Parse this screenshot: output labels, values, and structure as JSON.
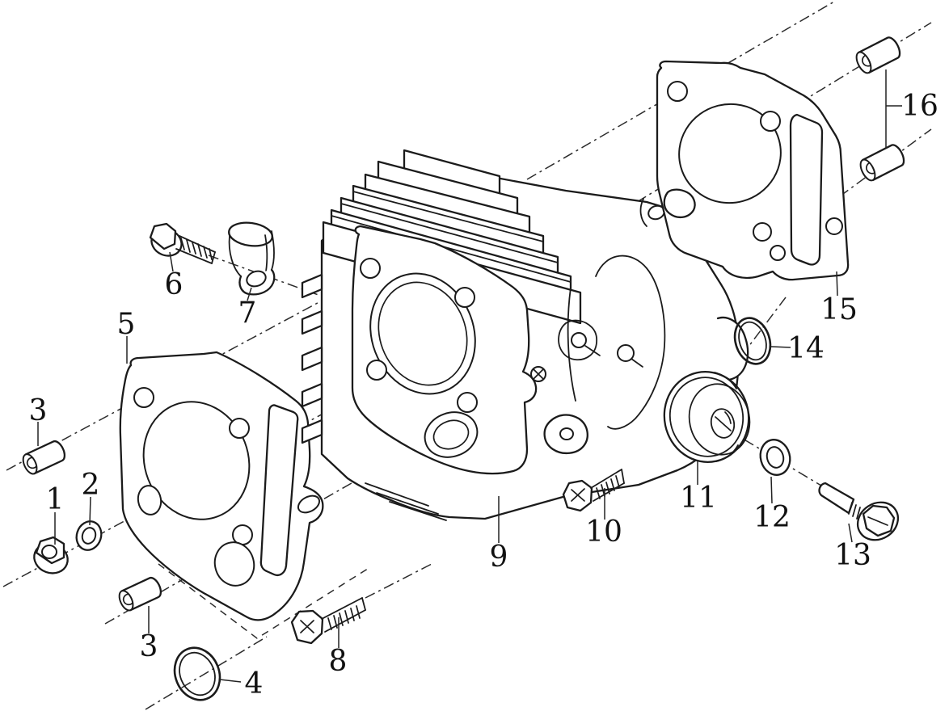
{
  "diagram": {
    "type": "exploded-parts-diagram",
    "subject": "engine-cylinder-assembly",
    "background_color": "#ffffff",
    "line_color": "#1b1b1b",
    "callouts": [
      {
        "label": "1",
        "part": "flange-nut"
      },
      {
        "label": "2",
        "part": "plain-washer"
      },
      {
        "label": "3",
        "part": "dowel-pin-upper-left"
      },
      {
        "label": "3",
        "part": "dowel-pin-lower-left"
      },
      {
        "label": "4",
        "part": "o-ring-bottom"
      },
      {
        "label": "5",
        "part": "cylinder-base-gasket"
      },
      {
        "label": "6",
        "part": "flange-bolt"
      },
      {
        "label": "7",
        "part": "cam-chain-guide-clamp"
      },
      {
        "label": "8",
        "part": "hex-bolt-long"
      },
      {
        "label": "9",
        "part": "cylinder-block"
      },
      {
        "label": "10",
        "part": "hex-bolt-short"
      },
      {
        "label": "11",
        "part": "cam-chain-guide-roller"
      },
      {
        "label": "12",
        "part": "washer-small"
      },
      {
        "label": "13",
        "part": "shoulder-bolt"
      },
      {
        "label": "14",
        "part": "o-ring-small"
      },
      {
        "label": "15",
        "part": "cylinder-head-gasket"
      },
      {
        "label": "16",
        "part": "dowel-pin-pair"
      }
    ]
  }
}
